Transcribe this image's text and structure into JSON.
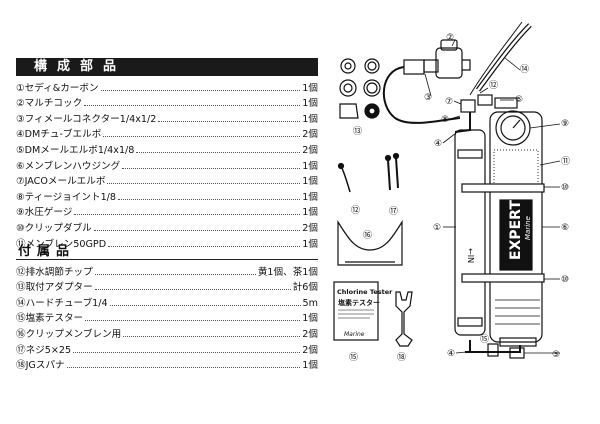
{
  "parts_section": {
    "title": "構成部品",
    "items": [
      {
        "label": "①セディ&カーボン",
        "qty": "1個"
      },
      {
        "label": "②マルチコック",
        "qty": "1個"
      },
      {
        "label": "③フィメールコネクター1/4x1/2",
        "qty": "1個"
      },
      {
        "label": "④DMチュ-ブエルボ",
        "qty": "2個"
      },
      {
        "label": "⑤DMメールエルボ1/4x1/8",
        "qty": "2個"
      },
      {
        "label": "⑥メンブレンハウジング",
        "qty": "1個"
      },
      {
        "label": "⑦JACOメールエルボ",
        "qty": "1個"
      },
      {
        "label": "⑧ティージョイント1/8",
        "qty": "1個"
      },
      {
        "label": "⑨水圧ゲージ",
        "qty": "1個"
      },
      {
        "label": "⑩クリップダブル",
        "qty": "2個"
      },
      {
        "label": "⑪メンブレン50GPD",
        "qty": "1個"
      }
    ]
  },
  "accessories_section": {
    "title": "付属品",
    "items": [
      {
        "label": "⑫排水調節チップ",
        "qty": "黄1個、茶1個"
      },
      {
        "label": "⑬取付アダプター",
        "qty": "計6個"
      },
      {
        "label": "⑭ハードチューブ1/4",
        "qty": "5m"
      },
      {
        "label": "⑮塩素テスター",
        "qty": "1個"
      },
      {
        "label": "⑯クリップメンブレン用",
        "qty": "2個"
      },
      {
        "label": "⑰ネジ5×25",
        "qty": "2個"
      },
      {
        "label": "⑱JGスパナ",
        "qty": "1個"
      }
    ]
  },
  "diagram": {
    "callouts": [
      "②",
      "⑫",
      "⑭",
      "③",
      "⑤",
      "⑦",
      "⑧",
      "⑨",
      "④",
      "⑪",
      "⑩",
      "①",
      "⑥",
      "⑩",
      "④",
      "⑮",
      "⑤",
      "⑬",
      "⑫",
      "⑰",
      "⑯",
      "⑮",
      "⑱"
    ],
    "membrane_text": "EXPERT",
    "membrane_subtext": "Marine",
    "cartridge_text": "←IN",
    "tester_title": "Chlorine Tester",
    "tester_jp": "塩素テスター",
    "tester_brand": "Marine"
  }
}
